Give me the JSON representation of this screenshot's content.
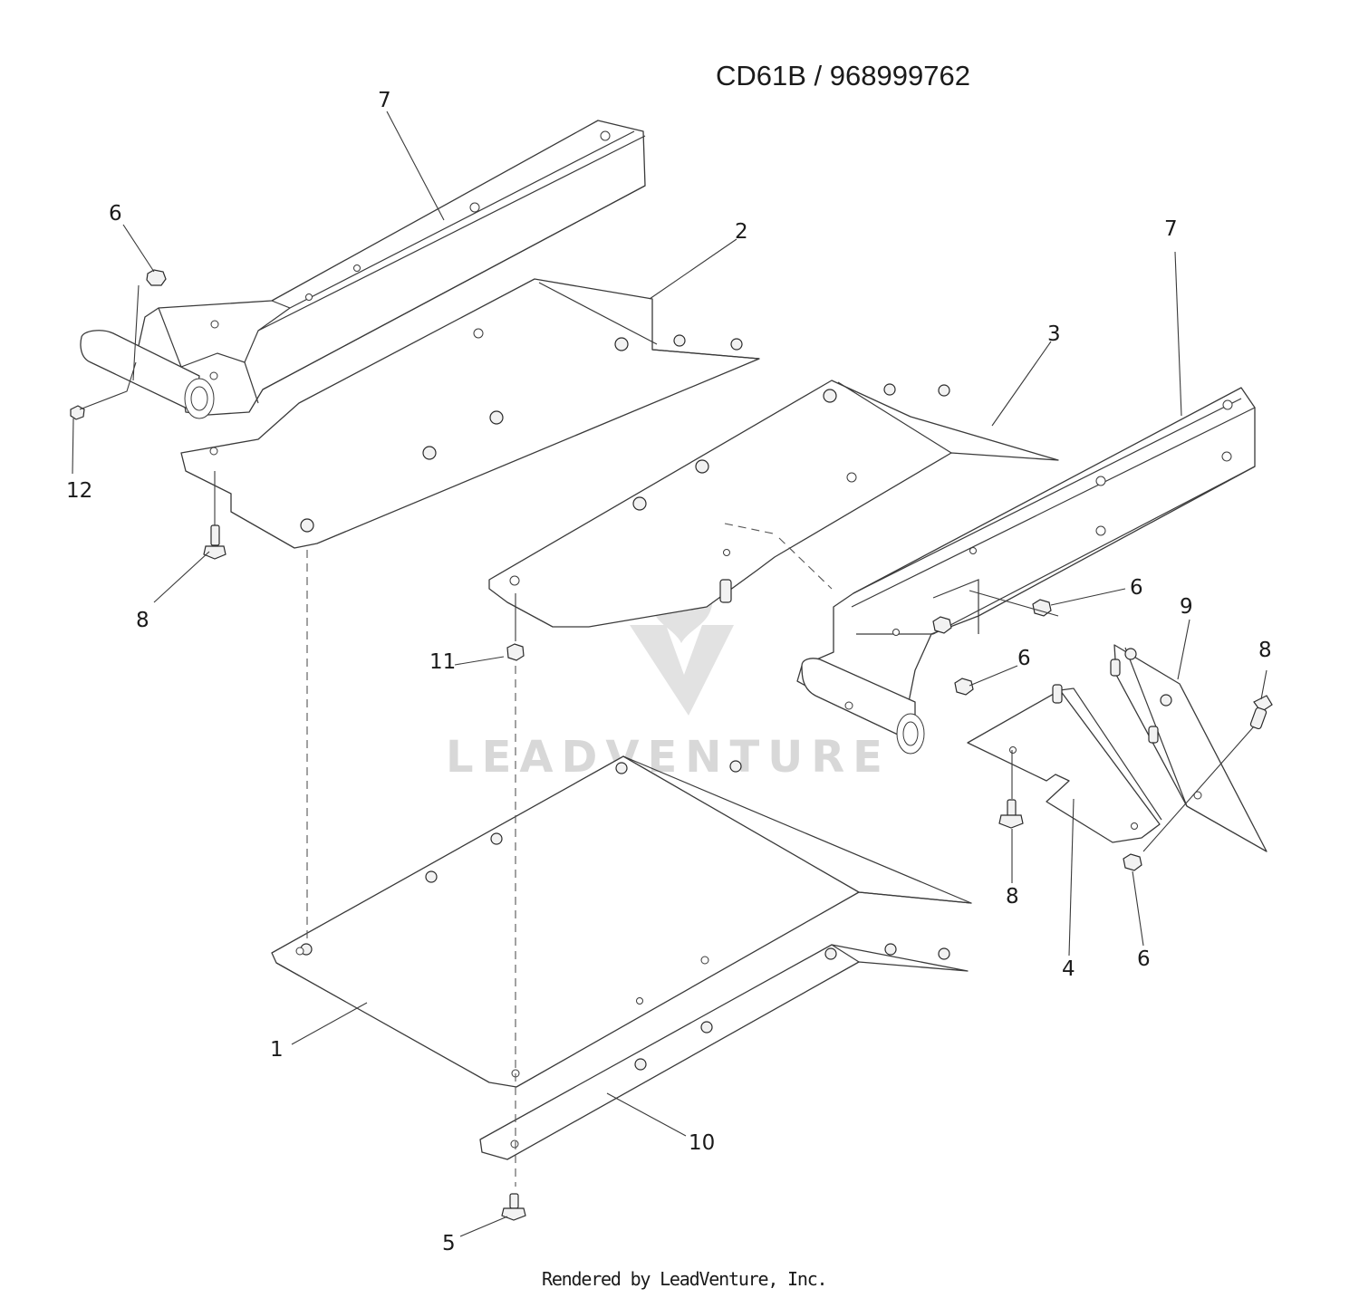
{
  "header": {
    "title": "CD61B / 968999762"
  },
  "footer": {
    "text": "Rendered by LeadVenture, Inc."
  },
  "watermark": {
    "text": "LEADVENTURE",
    "logo": "leadventure-flame-v-logo",
    "color": "#dddddd"
  },
  "callouts": {
    "c1": "1",
    "c2": "2",
    "c3": "3",
    "c4": "4",
    "c5": "5",
    "c6a": "6",
    "c6b": "6",
    "c6c": "6",
    "c6d": "6",
    "c7a": "7",
    "c7b": "7",
    "c8a": "8",
    "c8b": "8",
    "c8c": "8",
    "c9": "9",
    "c10": "10",
    "c11": "11",
    "c12": "12"
  },
  "colors": {
    "line": "#3a3a3a",
    "background": "#ffffff"
  }
}
